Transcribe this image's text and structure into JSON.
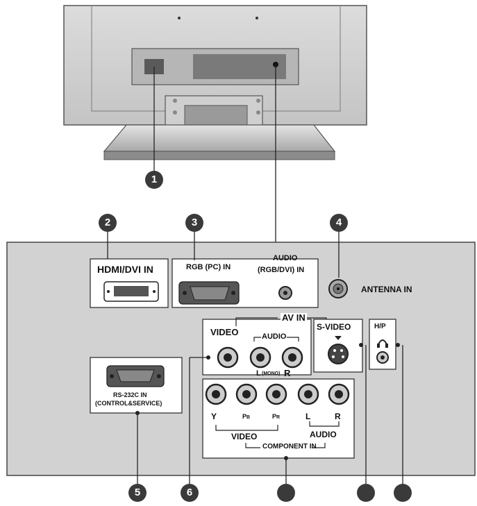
{
  "callouts": [
    "1",
    "2",
    "3",
    "4",
    "5",
    "6"
  ],
  "labels": {
    "hdmi": "HDMI/DVI IN",
    "rgb": "RGB (PC) IN",
    "audio_top": "AUDIO",
    "audio_rgb": "(RGB/DVI) IN",
    "antenna": "ANTENNA IN",
    "av_in": "AV IN",
    "video": "VIDEO",
    "audio_av": "AUDIO",
    "l_mono_r_l": "L",
    "l_mono_r_mono": "(MONO)",
    "l_mono_r_r": "R",
    "svideo": "S-VIDEO",
    "hp": "H/P",
    "rs232_1": "RS-232C IN",
    "rs232_2": "(CONTROL&SERVICE)",
    "y": "Y",
    "pb": "P",
    "pb_sub": "B",
    "pr": "P",
    "pr_sub": "R",
    "comp_l": "L",
    "comp_r": "R",
    "comp_video": "VIDEO",
    "comp_audio": "AUDIO",
    "component_in": "COMPONENT IN"
  }
}
